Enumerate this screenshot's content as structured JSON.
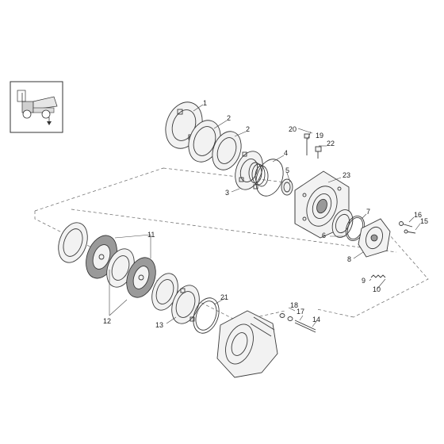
{
  "labels": {
    "p1": "1",
    "p2a": "2",
    "p2b": "2",
    "p3": "3",
    "p4": "4",
    "p5": "5",
    "p6": "6",
    "p7": "7",
    "p8": "8",
    "p9": "9",
    "p10": "10",
    "p11": "11",
    "p12": "12",
    "p13": "13",
    "p14": "14",
    "p15": "15",
    "p16": "16",
    "p17": "17",
    "p18": "18",
    "p19": "19",
    "p20": "20",
    "p21": "21",
    "p22": "22",
    "p23": "23"
  },
  "icons": {
    "vehicle_thumbnail": "dumper-vehicle-icon"
  },
  "colors": {
    "line": "#3a3a3a",
    "part_fill": "#f2f2f2",
    "friction_fill": "#9a9a9a"
  }
}
